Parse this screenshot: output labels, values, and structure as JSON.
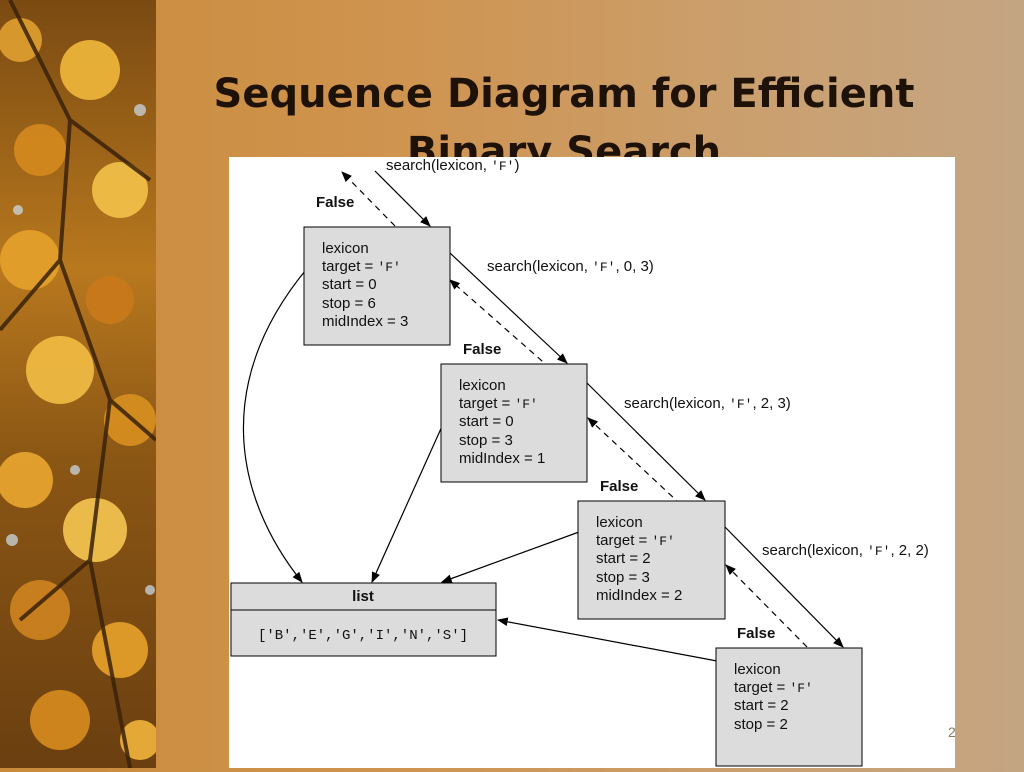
{
  "slide": {
    "title": "Sequence Diagram for Efficient Binary Search",
    "slide_number": "2"
  },
  "diagram": {
    "calls": [
      {
        "pre": "search(lexicon, ",
        "code": "'F'",
        "post": ")"
      },
      {
        "pre": "search(lexicon, ",
        "code": "'F'",
        "post": ", 0, 3)"
      },
      {
        "pre": "search(lexicon, ",
        "code": "'F'",
        "post": ", 2, 3)"
      },
      {
        "pre": "search(lexicon, ",
        "code": "'F'",
        "post": ", 2, 2)"
      }
    ],
    "returns": [
      "False",
      "False",
      "False",
      "False"
    ],
    "frames": [
      {
        "lexicon": "lexicon",
        "target_pre": "target = ",
        "target_code": "'F'",
        "start": "start = 0",
        "stop": "stop = 6",
        "mid": "midIndex = 3"
      },
      {
        "lexicon": "lexicon",
        "target_pre": "target = ",
        "target_code": "'F'",
        "start": "start = 0",
        "stop": "stop = 3",
        "mid": "midIndex = 1"
      },
      {
        "lexicon": "lexicon",
        "target_pre": "target = ",
        "target_code": "'F'",
        "start": "start = 2",
        "stop": "stop = 3",
        "mid": "midIndex = 2"
      },
      {
        "lexicon": "lexicon",
        "target_pre": "target = ",
        "target_code": "'F'",
        "start": "start = 2",
        "stop": "stop = 2"
      }
    ],
    "list": {
      "header": "list",
      "contents": "['B','E','G','I','N','S']"
    }
  }
}
